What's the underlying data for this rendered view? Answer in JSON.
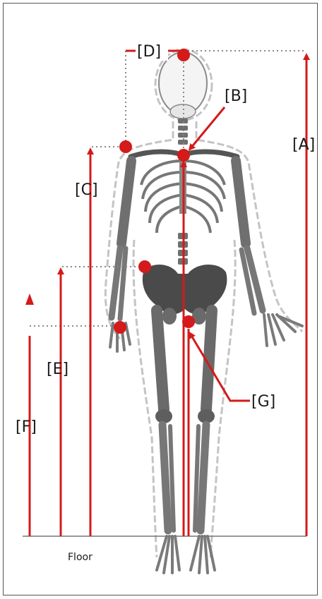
{
  "colors": {
    "accent": "#d41a1a",
    "bone": "#6f6f6f",
    "bone_dark": "#4a4a4a",
    "outline": "#b9b9b9",
    "guide": "#888888",
    "floor": "#777777"
  },
  "labels": {
    "A": "[A]",
    "B": "[B]",
    "C": "[C]",
    "D": "[D]",
    "E": "[E]",
    "F": "[F]",
    "G": "[G]",
    "floor": "Floor"
  }
}
